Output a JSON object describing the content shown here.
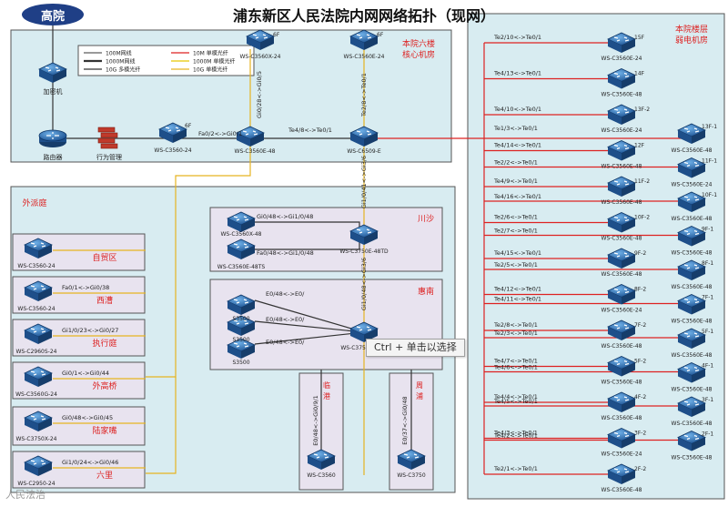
{
  "title": "浦东新区人民法院内网网络拓扑（现网）",
  "cloud": "高院",
  "colors": {
    "red": "#dd2222",
    "gold": "#e6b422",
    "dark": "#333333",
    "box": "#d8ecf1",
    "boxAlt": "#e8e3ef",
    "router": "#1f5fa6"
  },
  "legend": [
    "100M网线",
    "1000M网线",
    "10G 多模光纤",
    "10M 单模光纤",
    "1000M 单模光纤",
    "10G 单模光纤"
  ],
  "core": {
    "label": "本院六楼\n核心机房",
    "accelerator": "加密机",
    "router": "路由器",
    "firewall": "行为管理",
    "sw_6f_left_tag": "6F",
    "sw_6f_left": "WS-C3560-24",
    "sw_6f_left_link": "Fa0/2<->Gi0/1",
    "sw_x24_tag": "6F",
    "sw_x24": "WS-C3560X-24",
    "sw_x24_link": "Gi0/28<->Gi0/5",
    "sw_e48": "WS-C3560E-48",
    "sw_e24_tag": "6F",
    "sw_e24": "WS-C3560E-24",
    "sw_e24_link": "Te2/8<->Te0/1",
    "core_link": "Te4/8<->Te0/1",
    "core_sw": "WS-C6509-E",
    "core_down_link": "Gi1/0/41<->Gi3/6"
  },
  "floor": {
    "label": "本院楼层\n弱电机房",
    "left": [
      {
        "link": "Te2/10<->Te0/1",
        "tag": "15F",
        "model": "WS-C3560E-24"
      },
      {
        "link": "Te4/13<->Te0/1",
        "tag": "14F",
        "model": "WS-C3560E-48"
      },
      {
        "link": "Te4/10<->Te0/1",
        "tag": "13F-2",
        "model": "WS-C3560E-24"
      },
      {
        "link": "Te4/14<->Te0/1",
        "tag": "12F",
        "model": "WS-C3560E-48"
      },
      {
        "link": "Te4/9<->Te0/1",
        "tag": "11F-2",
        "model": "WS-C3560E-48"
      },
      {
        "link": "Te2/6<->Te0/1",
        "tag": "10F-2",
        "model": "WS-C3560E-48"
      },
      {
        "link": "Te4/15<->Te0/1",
        "tag": "9F-2",
        "model": "WS-C3560E-48"
      },
      {
        "link": "Te4/12<->Te0/1",
        "tag": "8F-2",
        "model": "WS-C3560E-24"
      },
      {
        "link": "Te2/8<->Te0/1",
        "tag": "7F-2",
        "model": "WS-C3560E-48"
      },
      {
        "link": "Te4/7<->Te0/1",
        "tag": "5F-2",
        "model": "WS-C3560E-48"
      },
      {
        "link": "Te4/4<->Te0/1",
        "tag": "4F-2",
        "model": "WS-C3560E-48"
      },
      {
        "link": "Te4/3<->Te0/1",
        "tag": "3F-2",
        "model": "WS-C3560E-24"
      },
      {
        "link": "Te2/1<->Te0/1",
        "tag": "2F-2",
        "model": "WS-C3560E-48"
      }
    ],
    "right": [
      {
        "link": "Te1/3<->Te0/1",
        "tag": "13F-1",
        "model": "WS-C3560E-48"
      },
      {
        "link": "Te2/2<->Te0/1",
        "tag": "11F-1",
        "model": "WS-C3560E-24"
      },
      {
        "link": "Te4/16<->Te0/1",
        "tag": "10F-1",
        "model": "WS-C3560E-48"
      },
      {
        "link": "Te2/7<->Te0/1",
        "tag": "9F-1",
        "model": "WS-C3560E-48"
      },
      {
        "link": "Te2/5<->Te0/1",
        "tag": "8F-1",
        "model": "WS-C3560E-48"
      },
      {
        "link": "Te4/11<->Te0/1",
        "tag": "7F-1",
        "model": "WS-C3560E-48"
      },
      {
        "link": "Te2/3<->Te0/1",
        "tag": "5F-1",
        "model": "WS-C3560E-48"
      },
      {
        "link": "Te4/6<->Te0/1",
        "tag": "4F-1",
        "model": "WS-C3560E-48"
      },
      {
        "link": "Te4/5<->Te0/1",
        "tag": "3F-1",
        "model": "WS-C3560E-48"
      },
      {
        "link": "Te4/2<->Te0/1",
        "tag": "2F-1",
        "model": "WS-C3560E-48"
      }
    ]
  },
  "wpt": {
    "label": "外派庭",
    "items": [
      {
        "name": "自贸区",
        "model": "WS-C3560-24",
        "link": ""
      },
      {
        "name": "西漕",
        "model": "WS-C3560-24",
        "link": "Fa0/1<->Gi0/38"
      },
      {
        "name": "执行庭",
        "model": "WS-C2960S-24",
        "link": "Gi1/0/23<->Gi0/27"
      },
      {
        "name": "外高桥",
        "model": "WS-C3560G-24",
        "link": "Gi0/1<->Gi0/44"
      },
      {
        "name": "陆家嘴",
        "model": "WS-C3750X-24",
        "link": "Gi0/48<->Gi0/45"
      },
      {
        "name": "六里",
        "model": "WS-C2950-24",
        "link": "Gi1/0/24<->Gi0/46"
      }
    ]
  },
  "chuansha": {
    "label": "川沙",
    "core": "WS-C3750E-48TD",
    "sw1": "WS-C3560X-48",
    "sw1_link": "Gi0/48<->Gi1/0/48",
    "sw2": "WS-C3560E-48TS",
    "sw2_link": "Fa0/48<->Gi1/0/48",
    "up_link": "Gi1/0/48<->Gi3/6"
  },
  "huinan": {
    "label": "惠南",
    "core": "WS-C3750",
    "sw": [
      "S3500",
      "S3500",
      "S3500"
    ],
    "links": [
      "E0/48<->E0/",
      "E0/48<->E0/",
      "E0/48<->E0/"
    ],
    "up_link": "Gi1/0/48<->Gi3/6"
  },
  "lingang": {
    "label": "临港",
    "model": "WS-C3560",
    "link": "E0/48<->Gi0/9/1"
  },
  "zhoupu": {
    "label": "周浦",
    "model": "WS-C3750",
    "link": "E0/37<->Gi0/48"
  },
  "tooltip": "Ctrl + 单击以选择",
  "watermark": "人民法治"
}
